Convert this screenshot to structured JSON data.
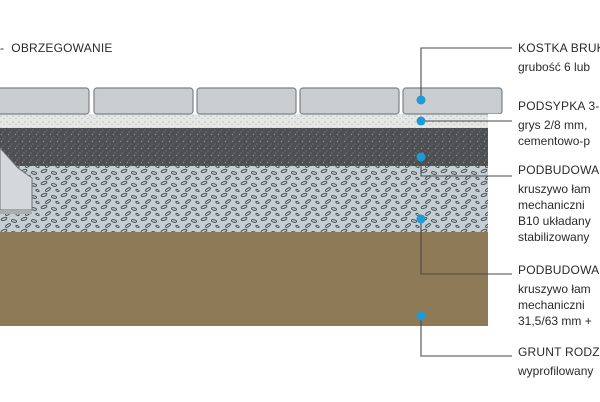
{
  "top_label": "OBRZEGOWANIE",
  "top_label_prefix": "-",
  "layers": [
    {
      "title": "KOSTKA BRUK",
      "lines": [
        "grubość 6 lub"
      ]
    },
    {
      "title": "PODSYPKA 3-",
      "lines": [
        "grys 2/8 mm,",
        "cementowo-p"
      ]
    },
    {
      "title": "PODBUDOWA",
      "lines": [
        "kruszywo łam",
        "mechaniczni",
        "B10 układany",
        "stabilizowany"
      ]
    },
    {
      "title": "PODBUDOWA",
      "lines": [
        "kruszywo łam",
        "mechaniczni",
        "31,5/63 mm +"
      ]
    },
    {
      "title": "GRUNT RODZI",
      "lines": [
        "wyprofilowany"
      ]
    }
  ],
  "colors": {
    "paver": "#c9cdd0",
    "paver_edge": "#7d8286",
    "sand": "#e4e5e3",
    "dark_gravel": "#4b4d4f",
    "base_gravel": "#c3cdd2",
    "soil": "#8f7a58",
    "marker": "#1e9ad6",
    "leader": "#4a4a4a"
  }
}
